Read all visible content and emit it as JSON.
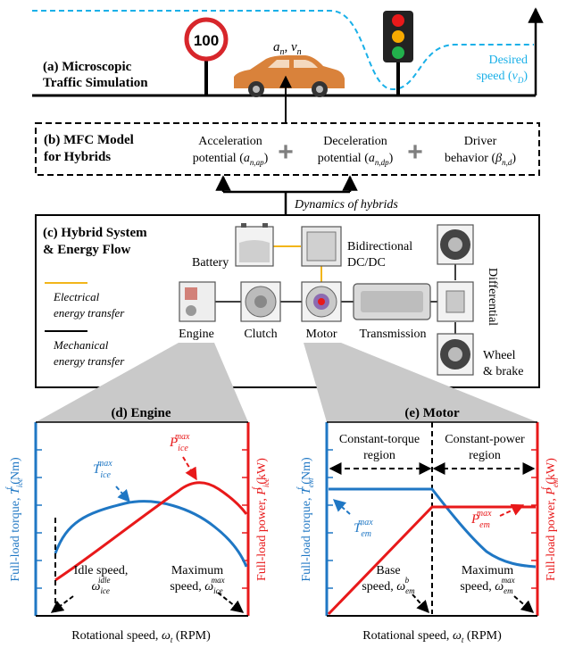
{
  "colors": {
    "engine_torque": "#1f77c4",
    "engine_power": "#e8191a",
    "motor_torque": "#1f77c4",
    "motor_power": "#e8191a",
    "desired_speed": "#1ab0e8",
    "electrical_line": "#f2b51a",
    "car": "#d9823b",
    "sign_ring": "#d7262b",
    "plus_sign": "#7f7f7f",
    "wedge": "#c9c9c9"
  },
  "sim": {
    "title_line1": "(a) Microscopic",
    "title_line2": "Traffic Simulation",
    "speed_limit": "100",
    "vehicle_vars": "a_n, v_n",
    "desired_line1": "Desired",
    "desired_line2": "speed (v_D)"
  },
  "mfc": {
    "title_line1": "(b) MFC Model",
    "title_line2": "for Hybrids",
    "accel_line1": "Acceleration",
    "accel_line2": "potential (a_{n,ap})",
    "decel_line1": "Deceleration",
    "decel_line2": "potential (a_{n,dp})",
    "driver_line1": "Driver",
    "driver_line2": "behavior (β_{n,d})",
    "plus1": "+",
    "plus2": "+",
    "dynamics_label": "Dynamics of hybrids"
  },
  "hybrid": {
    "title_line1": "(c) Hybrid System",
    "title_line2": "& Energy Flow",
    "battery": "Battery",
    "dcdc_line1": "Bidirectional",
    "dcdc_line2": "DC/DC",
    "engine": "Engine",
    "clutch": "Clutch",
    "motor": "Motor",
    "transmission": "Transmission",
    "differential": "Differential",
    "wheel_line1": "Wheel",
    "wheel_line2": "& brake",
    "legend_elec_line1": "Electrical",
    "legend_elec_line2": "energy transfer",
    "legend_mech_line1": "Mechanical",
    "legend_mech_line2": "energy transfer"
  },
  "engine_panel": {
    "title": "(d) Engine",
    "ylabel_left": "Full-load torque, T_{ice}^f (Nm)",
    "ylabel_right": "Full-load power, P_{ice}^f (kW)",
    "xlabel": "Rotational speed, ω_t (RPM)",
    "torque_label": "T_{ice}^{max}",
    "power_label": "P_{ice}^{max}",
    "idle_line1": "Idle speed,",
    "idle_line2": "ω_{ice}^{idle}",
    "max_line1": "Maximum",
    "max_line2": "speed, ω_{ice}^{max}"
  },
  "motor_panel": {
    "title": "(e) Motor",
    "ylabel_left": "Full-load torque, T_{em}^f (Nm)",
    "ylabel_right": "Full-load power, P_{em}^f (kW)",
    "xlabel": "Rotational speed, ω_t (RPM)",
    "region1_line1": "Constant-torque",
    "region1_line2": "region",
    "region2_line1": "Constant-power",
    "region2_line2": "region",
    "torque_label": "T_{em}^{max}",
    "power_label": "P_{em}^{max}",
    "base_line1": "Base",
    "base_line2": "speed, ω_{em}^b",
    "max_line1": "Maximum",
    "max_line2": "speed, ω_{em}^{max}"
  }
}
